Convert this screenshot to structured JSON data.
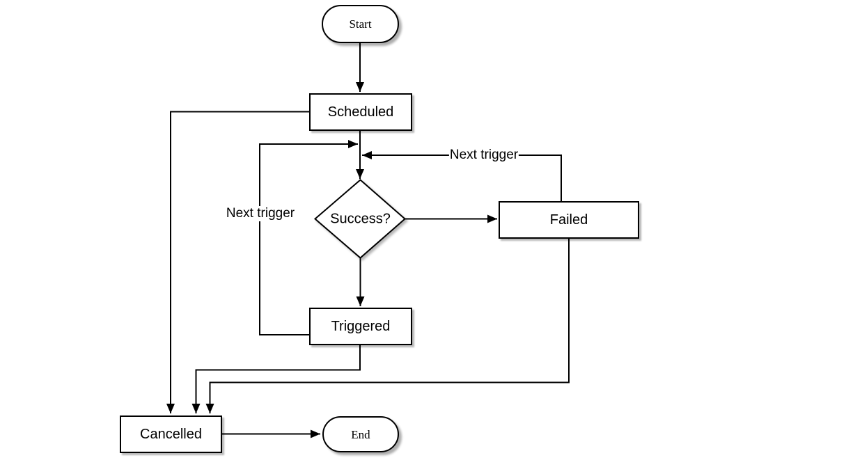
{
  "diagram": {
    "type": "flowchart",
    "colors": {
      "stroke": "#000000",
      "fill": "#ffffff",
      "background": "#ffffff",
      "shadow": "#b0b0b0"
    },
    "nodes": {
      "start": {
        "label": "Start",
        "shape": "terminator"
      },
      "scheduled": {
        "label": "Scheduled",
        "shape": "process"
      },
      "success": {
        "label": "Success?",
        "shape": "decision"
      },
      "failed": {
        "label": "Failed",
        "shape": "process"
      },
      "triggered": {
        "label": "Triggered",
        "shape": "process"
      },
      "cancelled": {
        "label": "Cancelled",
        "shape": "process"
      },
      "end": {
        "label": "End",
        "shape": "terminator"
      }
    },
    "edge_labels": {
      "triggered_retry": "Next trigger",
      "failed_retry": "Next trigger"
    },
    "edges": [
      {
        "from": "Start",
        "to": "Scheduled",
        "label": ""
      },
      {
        "from": "Scheduled",
        "to": "Success?",
        "label": ""
      },
      {
        "from": "Success?",
        "to": "Failed",
        "label": ""
      },
      {
        "from": "Success?",
        "to": "Triggered",
        "label": ""
      },
      {
        "from": "Triggered",
        "to": "Success?",
        "label": "Next trigger"
      },
      {
        "from": "Failed",
        "to": "Success?",
        "label": "Next trigger"
      },
      {
        "from": "Scheduled",
        "to": "Cancelled",
        "label": ""
      },
      {
        "from": "Triggered",
        "to": "Cancelled",
        "label": ""
      },
      {
        "from": "Failed",
        "to": "Cancelled",
        "label": ""
      },
      {
        "from": "Cancelled",
        "to": "End",
        "label": ""
      }
    ]
  }
}
